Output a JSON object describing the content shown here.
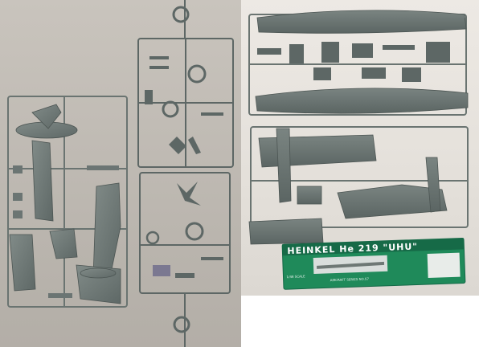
{
  "photos": [
    {
      "description": "left sprue photo"
    },
    {
      "description": "right sprue photo with kit box"
    }
  ],
  "kit_box": {
    "title": "HEINKEL He 219 \"UHU\"",
    "scale": "1/48 SCALE",
    "subtitle": "AIRCRAFT SERIES NO.57",
    "colors": {
      "box": "#1f8a5a",
      "box_dark": "#156847",
      "title": "#ffffff"
    }
  },
  "colors": {
    "plastic": "#6f7a77",
    "plastic_dark": "#55605d",
    "plastic_light": "#8a9491"
  }
}
